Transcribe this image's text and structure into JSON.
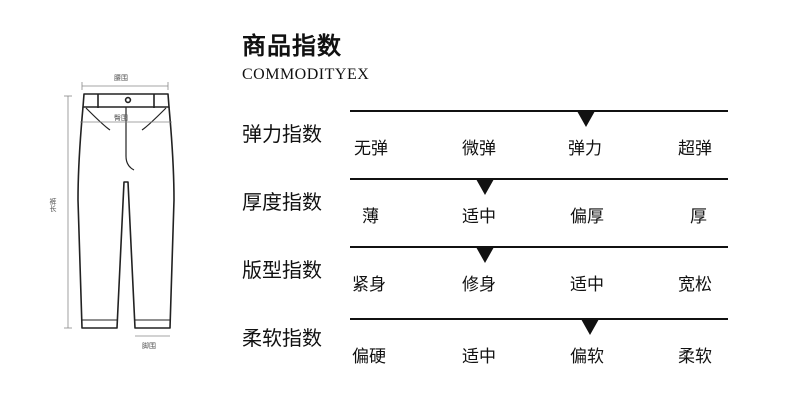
{
  "header": {
    "title": "商品指数",
    "subtitle": "COMMODITYEX"
  },
  "illustration": {
    "labels": {
      "waist": "腰围",
      "hip": "臀围",
      "length": "裤长",
      "hem": "脚围"
    }
  },
  "indices": [
    {
      "label": "弹力指数",
      "options": [
        "无弹",
        "微弹",
        "弹力",
        "超弹"
      ],
      "selected_index": 2
    },
    {
      "label": "厚度指数",
      "options": [
        "薄",
        "适中",
        "偏厚",
        "厚"
      ],
      "selected_index": 1
    },
    {
      "label": "版型指数",
      "options": [
        "紧身",
        "修身",
        "适中",
        "宽松"
      ],
      "selected_index": 1
    },
    {
      "label": "柔软指数",
      "options": [
        "偏硬",
        "适中",
        "偏软",
        "柔软"
      ],
      "selected_index": 2
    }
  ]
}
